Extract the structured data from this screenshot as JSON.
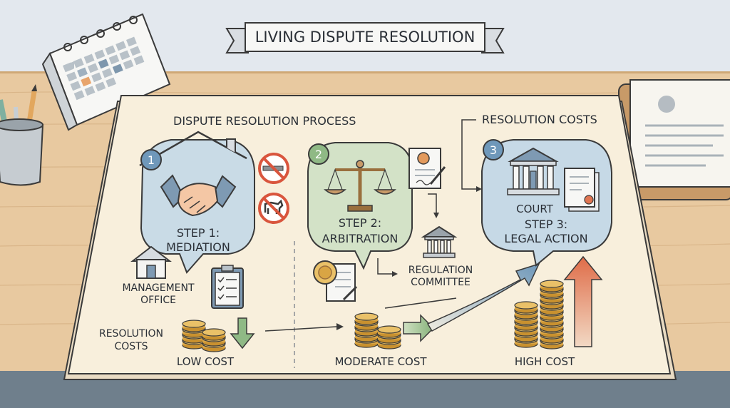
{
  "banner": {
    "title": "LIVING DISPUTE RESOLUTION"
  },
  "process": {
    "heading": "DISPUTE RESOLUTION PROCESS",
    "costs_heading": "RESOLUTION COSTS",
    "steps": [
      {
        "number": "1",
        "label_line1": "STEP 1:",
        "label_line2": "MEDIATION",
        "color": "#c9dbe6"
      },
      {
        "number": "2",
        "label_line1": "STEP 2:",
        "label_line2": "ARBITRATION",
        "color": "#d3e2c7"
      },
      {
        "number": "3",
        "label_line1": "STEP 3:",
        "label_line2": "LEGAL ACTION",
        "color": "#c6d9e6",
        "sub_label": "COURT"
      }
    ],
    "management_office": {
      "line1": "MANAGEMENT",
      "line2": "OFFICE"
    },
    "regulation_committee": {
      "line1": "REGULATION",
      "line2": "COMMITTEE"
    },
    "resolution_costs_label": {
      "line1": "RESOLUTION",
      "line2": "COSTS"
    },
    "cost_levels": [
      "LOW COST",
      "MODERATE COST",
      "HIGH COST"
    ]
  },
  "colors": {
    "arrow_down_green": "#8fb985",
    "arrow_right_green": "#8fb985",
    "arrow_up_orange": "#e07552",
    "arrow_blue": "#8fb0c8",
    "coin": "#e3b65a"
  },
  "icons": [
    "calendar-icon",
    "pencil-cup-icon",
    "document-clipboard-icon",
    "house-icon",
    "handshake-icon",
    "no-smoking-icon",
    "no-dogs-icon",
    "clipboard-checklist-icon",
    "scales-icon",
    "signed-document-icon",
    "seal-document-icon",
    "building-icon",
    "courthouse-icon",
    "legal-documents-icon",
    "coins-icon"
  ]
}
